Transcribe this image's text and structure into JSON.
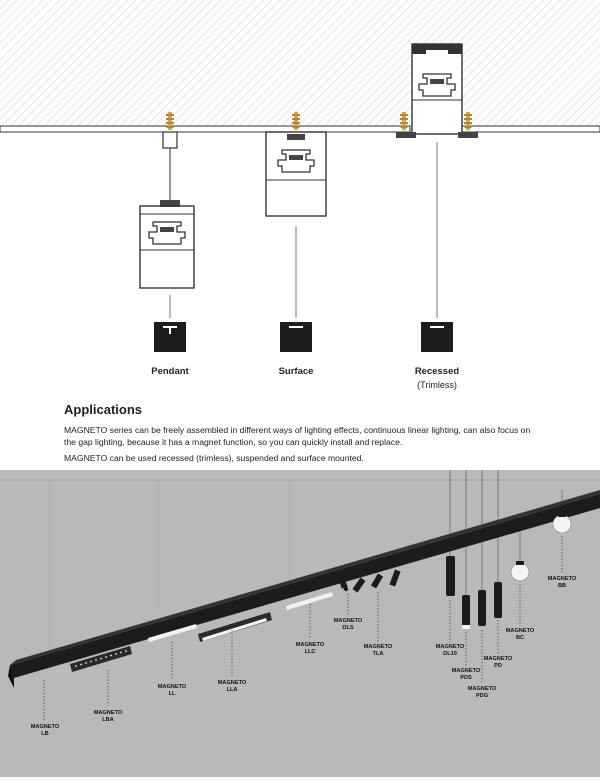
{
  "mount_types": {
    "pendant": "Pendant",
    "surface": "Surface",
    "recessed": "Recessed",
    "recessed_note": "(Trimless)"
  },
  "applications": {
    "title": "Applications",
    "paragraph1": "MAGNETO series can be freely assembled in different ways of lighting effects, continuous linear lighting, can also focus on the gap lighting, because it has a magnet function, so you can quickly install and replace.",
    "paragraph2": "MAGNETO can be used recessed (trimless), suspended and surface mounted."
  },
  "products": [
    {
      "brand": "MAGNETO",
      "code": "LB"
    },
    {
      "brand": "MAGNETO",
      "code": "LBA"
    },
    {
      "brand": "MAGNETO",
      "code": "LL"
    },
    {
      "brand": "MAGNETO",
      "code": "LLA"
    },
    {
      "brand": "MAGNETO",
      "code": "LLC"
    },
    {
      "brand": "MAGNETO",
      "code": "DLS"
    },
    {
      "brand": "MAGNETO",
      "code": "TLA"
    },
    {
      "brand": "MAGNETO",
      "code": "DL10"
    },
    {
      "brand": "MAGNETO",
      "code": "PDS"
    },
    {
      "brand": "MAGNETO",
      "code": "PDG"
    },
    {
      "brand": "MAGNETO",
      "code": "PD"
    },
    {
      "brand": "MAGNETO",
      "code": "BC"
    },
    {
      "brand": "MAGNETO",
      "code": "BB"
    }
  ],
  "colors": {
    "ceiling_hatch": "#cfcfcf",
    "room_background": "#b9b9b9",
    "fixture_black": "#1c1c1c",
    "brass_anchor": "#d9a441"
  }
}
